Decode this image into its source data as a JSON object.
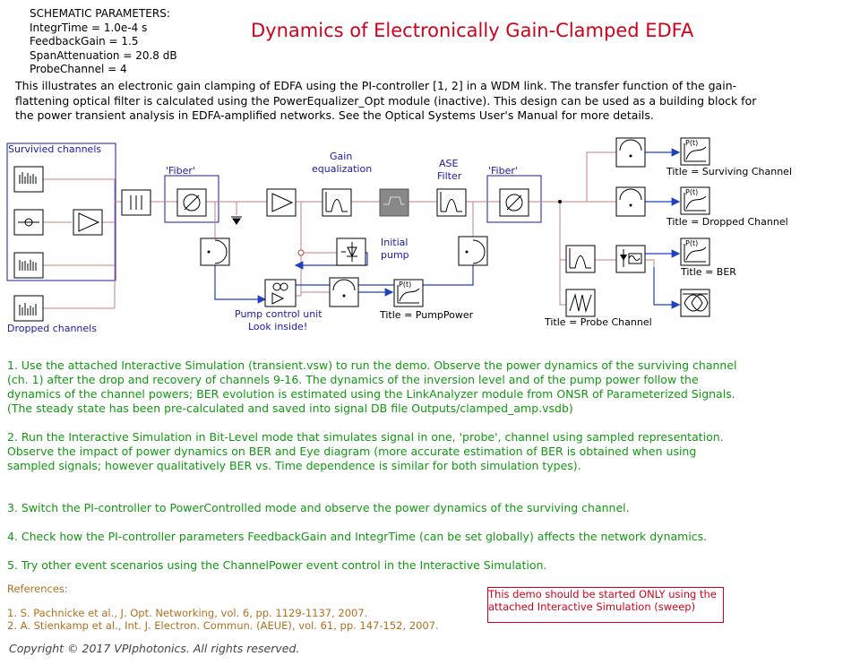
{
  "params": {
    "heading": "SCHEMATIC PARAMETERS:",
    "lines": [
      "IntegrTime = 1.0e-4 s",
      "FeedbackGain = 1.5",
      "SpanAttenuation = 20.8 dB",
      "ProbeChannel = 4"
    ]
  },
  "title": "Dynamics of Electronically Gain-Clamped EDFA",
  "description": "This illustrates an electronic gain clamping of EDFA using the PI-controller [1, 2] in a WDM link. The transfer function of the gain-flattening optical filter is calculated using the PowerEqualizer_Opt module (inactive). This design can be used as a building block for the power transient analysis in EDFA-amplified networks. See the Optical Systems User's Manual for more details.",
  "diagram": {
    "survived_channels": "Survivied channels",
    "dropped_channels": "Dropped channels",
    "fiber1": "'Fiber'",
    "fiber2": "'Fiber'",
    "gain_eq_1": "Gain",
    "gain_eq_2": "equalization",
    "ase_1": "ASE",
    "ase_2": "Filter",
    "initial_pump_1": "Initial",
    "initial_pump_2": "pump",
    "pump_control_1": "Pump control unit",
    "pump_control_2": "Look inside!",
    "title_pumppower": "Title = PumpPower",
    "title_surviving": "Title = Surviving Channel",
    "title_dropped": "Title = Dropped Channel",
    "title_ber": "Title = BER",
    "title_probe": "Title = Probe Channel",
    "pt_label": "P(t)"
  },
  "steps": [
    "1. Use the attached Interactive Simulation (transient.vsw) to run the demo. Observe the power dynamics of the surviving channel (ch. 1) after the drop and recovery of channels 9-16. The dynamics of the inversion level and of the pump power follow the dynamics of the channel powers; BER evolution is estimated using the LinkAnalyzer module from ONSR of Parameterized Signals.",
    "(The steady state has been pre-calculated and saved into signal DB file Outputs/clamped_amp.vsdb)",
    "2. Run the Interactive Simulation in Bit-Level mode that simulates signal in one, 'probe', channel using sampled representation. Observe the impact of power dynamics on BER and Eye diagram (more accurate estimation of BER is obtained when using sampled signals; however qualitatively BER vs. Time dependence is similar for both simulation types).",
    "3. Switch the PI-controller to PowerControlled mode and observe the power dynamics of the surviving channel.",
    "4. Check how the PI-controller parameters FeedbackGain and IntegrTime (can be set globally) affects the network dynamics.",
    "5. Try other event scenarios using the ChannelPower event control in the Interactive Simulation."
  ],
  "references": {
    "heading": "References:",
    "items": [
      "1. S. Pachnicke et al., J. Opt. Networking, vol. 6, pp. 1129-1137, 2007.",
      "2. A. Stienkamp et al., Int. J. Electron. Commun. (AEUE), vol. 61, pp. 147-152, 2007."
    ]
  },
  "warning": "This demo should be started ONLY using the attached Interactive Simulation (sweep)",
  "copyright": "Copyright © 2017 VPIphotonics. All rights reserved.",
  "colors": {
    "title": "#d0021b",
    "steps": "#119911",
    "references": "#b07020",
    "link_blue": "#1a1aaa",
    "wire_red": "#c08080",
    "wire_blue": "#2040c0"
  }
}
